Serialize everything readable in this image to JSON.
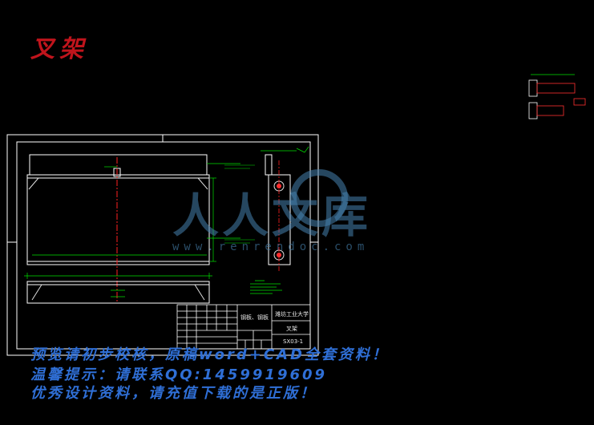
{
  "title": "叉架",
  "watermark": {
    "brand": "人人文库",
    "url": "www.renrendoc.com"
  },
  "title_block": {
    "material": "钢板、钢板",
    "school": "潍坊工业大学",
    "part_name": "叉架",
    "code": "SX03-1"
  },
  "notices": [
    "预览请初步校核，原稿word+CAD全套资料！",
    "温馨提示：请联系QQ:1459919609",
    "优秀设计资料，请充值下载的是正版！"
  ],
  "colors": {
    "line": "#ffffff",
    "dim": "#00e000",
    "center": "#ff2020",
    "bolt": "#ff3030",
    "title": "#c0141c",
    "notice": "#2f6fd6"
  }
}
